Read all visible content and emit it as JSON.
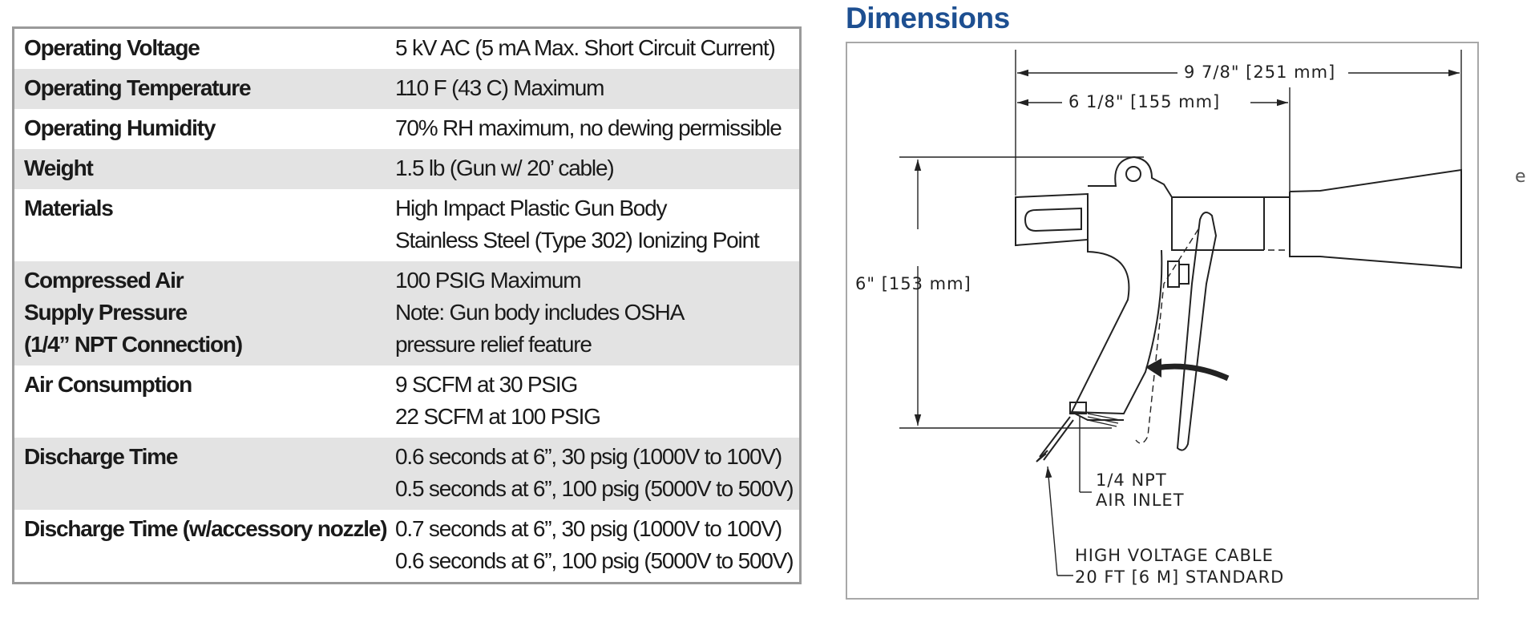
{
  "specs": [
    {
      "label": [
        "Operating Voltage"
      ],
      "value": [
        "5 kV AC (5 mA Max. Short Circuit Current)"
      ]
    },
    {
      "label": [
        "Operating Temperature"
      ],
      "value": [
        "110 F (43 C) Maximum"
      ]
    },
    {
      "label": [
        "Operating Humidity"
      ],
      "value": [
        "70% RH maximum, no dewing permissible"
      ]
    },
    {
      "label": [
        "Weight"
      ],
      "value": [
        "1.5 lb (Gun w/ 20’ cable)"
      ]
    },
    {
      "label": [
        "Materials"
      ],
      "value": [
        "High Impact Plastic Gun Body",
        "Stainless Steel (Type 302) Ionizing Point"
      ]
    },
    {
      "label": [
        "Compressed Air",
        "Supply Pressure",
        "(1/4” NPT Connection)"
      ],
      "value": [
        "100 PSIG Maximum",
        "Note: Gun body includes OSHA",
        "pressure relief feature"
      ]
    },
    {
      "label": [
        "Air Consumption"
      ],
      "value": [
        "9 SCFM at 30 PSIG",
        "22 SCFM at 100 PSIG"
      ]
    },
    {
      "label": [
        "Discharge Time"
      ],
      "value": [
        "0.6 seconds at 6”, 30 psig (1000V to 100V)",
        "0.5 seconds at 6”, 100 psig (5000V to 500V)"
      ]
    },
    {
      "label": [
        "Discharge Time (w/accessory nozzle)"
      ],
      "value": [
        "0.7 seconds at 6”, 30 psig (1000V to 100V)",
        "0.6 seconds at 6”, 100 psig (5000V to 500V)"
      ]
    }
  ],
  "dimensions": {
    "title": "Dimensions",
    "overall_length": "9  7/8\" [251   mm]",
    "body_length": "6  1/8\" [155   mm]",
    "height": "6\" [153 mm]",
    "air_inlet": [
      "1/4  NPT",
      "AIR  INLET"
    ],
    "cable": [
      "HIGH  VOLTAGE  CABLE",
      "20  FT  [6  M]  STANDARD"
    ]
  },
  "edge_mark": "e",
  "colors": {
    "title": "#1d4f91",
    "shade": "#e3e3e3",
    "border": "#9a9a9a"
  }
}
